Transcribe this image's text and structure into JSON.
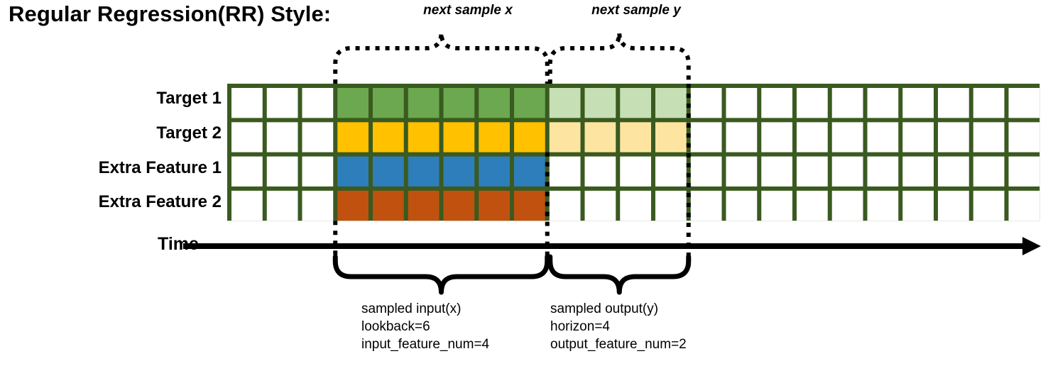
{
  "title": "Regular Regression(RR) Style:",
  "annotations": {
    "top_left": "next sample x",
    "top_right": "next sample y"
  },
  "axis": {
    "time_label": "Time",
    "arrow": "right-arrow"
  },
  "rows": [
    {
      "label": "Target 1",
      "kind": "target",
      "fill": "#6BA84F",
      "faded_fill": "#C6DFB4"
    },
    {
      "label": "Target 2",
      "kind": "target",
      "fill": "#FFC100",
      "faded_fill": "#FDE5A1"
    },
    {
      "label": "Extra Feature 1",
      "kind": "extra-feature",
      "fill": "#2E7EBB",
      "faded_fill": null
    },
    {
      "label": "Extra Feature 2",
      "kind": "extra-feature",
      "fill": "#C1510E",
      "faded_fill": null
    }
  ],
  "grid": {
    "columns": 23,
    "lead_blank_columns": 3,
    "input_columns": 6,
    "output_columns": 4,
    "trailing_blank_columns": 10,
    "border_color": "#3A5A20"
  },
  "captions": {
    "input": {
      "line1": "sampled input(x)",
      "line2": "lookback=6",
      "line3": "input_feature_num=4"
    },
    "output": {
      "line1": "sampled output(y)",
      "line2": "horizon=4",
      "line3": "output_feature_num=2"
    }
  },
  "colors": {
    "grid_border": "#3A5A20",
    "green": "#6BA84F",
    "green_faded": "#C6DFB4",
    "yellow": "#FFC100",
    "yellow_faded": "#FDE5A1",
    "blue": "#2E7EBB",
    "orange": "#C1510E",
    "ink": "#000000"
  }
}
